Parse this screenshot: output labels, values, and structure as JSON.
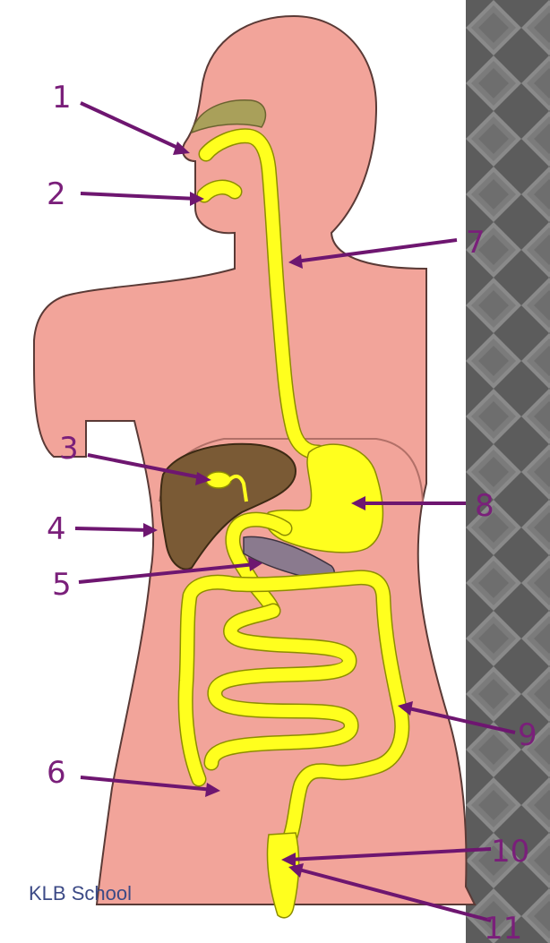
{
  "diagram": {
    "labels": [
      "1",
      "2",
      "3",
      "4",
      "5",
      "6",
      "7",
      "8",
      "9",
      "10",
      "11"
    ],
    "credit": "KLB School"
  },
  "colors": {
    "skin": "#f2a49a",
    "skin_outline": "#5a3a36",
    "tract": "#ffff1e",
    "liver": "#7a5a35",
    "label": "#7a1f7a",
    "arrow": "#6e1670",
    "panel_dark": "#5a5a5a",
    "panel_light": "#8e8e8e"
  }
}
